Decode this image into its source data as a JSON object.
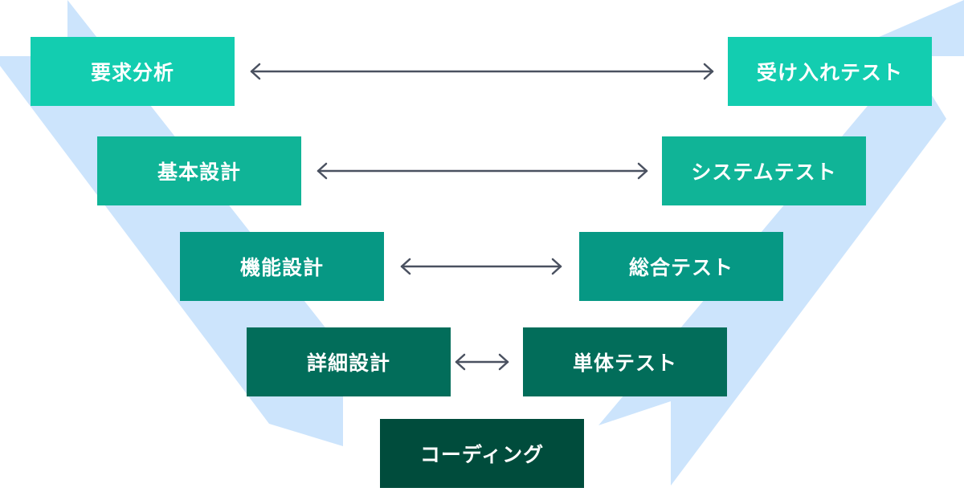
{
  "colors": {
    "background": "#ffffff",
    "band": "#cce4fc",
    "arrow": "#4a5160",
    "level1": "#13cdb0",
    "level2": "#10b497",
    "level3": "#069884",
    "level4": "#026d5a",
    "level5": "#004c3c"
  },
  "left": [
    {
      "label": "要求分析"
    },
    {
      "label": "基本設計"
    },
    {
      "label": "機能設計"
    },
    {
      "label": "詳細設計"
    }
  ],
  "right": [
    {
      "label": "受け入れテスト"
    },
    {
      "label": "システムテスト"
    },
    {
      "label": "総合テスト"
    },
    {
      "label": "単体テスト"
    }
  ],
  "bottom": {
    "label": "コーディング"
  }
}
